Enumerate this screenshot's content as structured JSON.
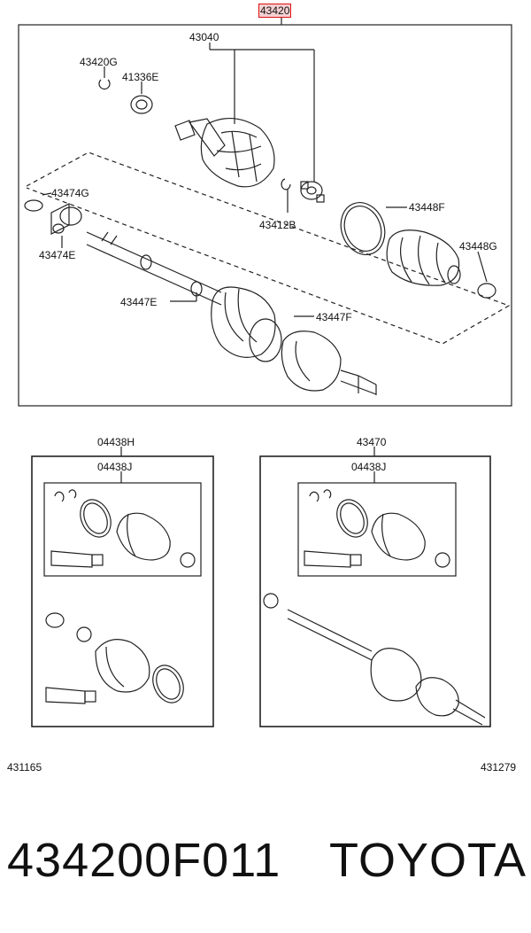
{
  "assembly": {
    "title_code": "43420",
    "main_shaft_code": "43040",
    "parts": {
      "snap_ring": "43420G",
      "washer": "41336E",
      "inboard_clip": "43412B",
      "boot_clamp_large": "43448F",
      "boot_clamp_small": "43448G",
      "dust_clamp": "43474G",
      "dust_deflector": "43474E",
      "boot_clamp_inner": "43447E",
      "boot_clamp_outer": "43447F"
    }
  },
  "kit_left": {
    "code": "04438H",
    "inner_code": "04438J",
    "ref": "431165"
  },
  "kit_right": {
    "code": "43470",
    "inner_code": "04438J",
    "ref": "431279"
  },
  "footer": {
    "part_number": "434200F011",
    "brand": "TOYOTA"
  }
}
